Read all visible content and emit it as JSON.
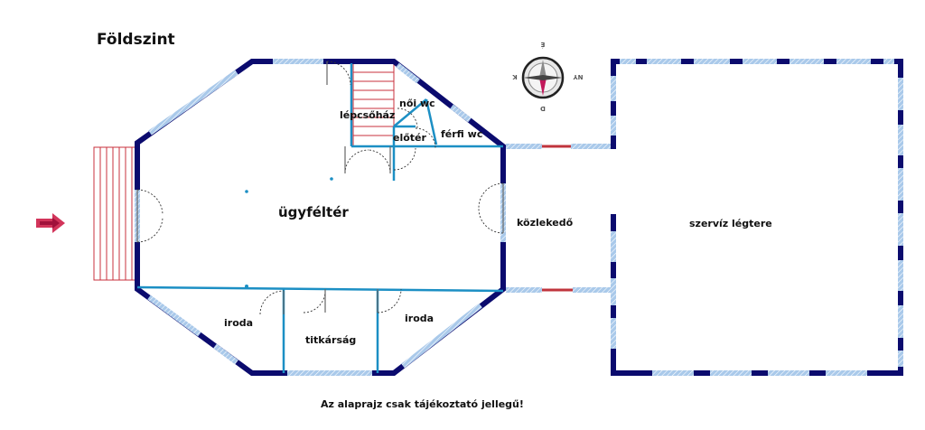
{
  "title": "Földszint",
  "note": "Az alaprajz csak tájékoztató jellegű!",
  "rooms": {
    "lepcsohaz": "lépcsőház",
    "noi_wc": "női wc",
    "ferfi_wc": "férfi wc",
    "eloter": "előtér",
    "ugyfelter": "ügyféltér",
    "kozlekedo": "közlekedő",
    "szerviz": "szervíz légtere",
    "iroda_left": "iroda",
    "titkarsag": "titkárság",
    "iroda_right": "iroda"
  },
  "compass": {
    "n": "É",
    "s": "D",
    "e": "K",
    "w": "NY"
  },
  "colors": {
    "wall": "#0b0b6e",
    "window": "#a9c9ea",
    "partition": "#1c8fc4",
    "link": "#c0343c",
    "arrow": "#d2345a",
    "stairs": "#c8323c"
  }
}
